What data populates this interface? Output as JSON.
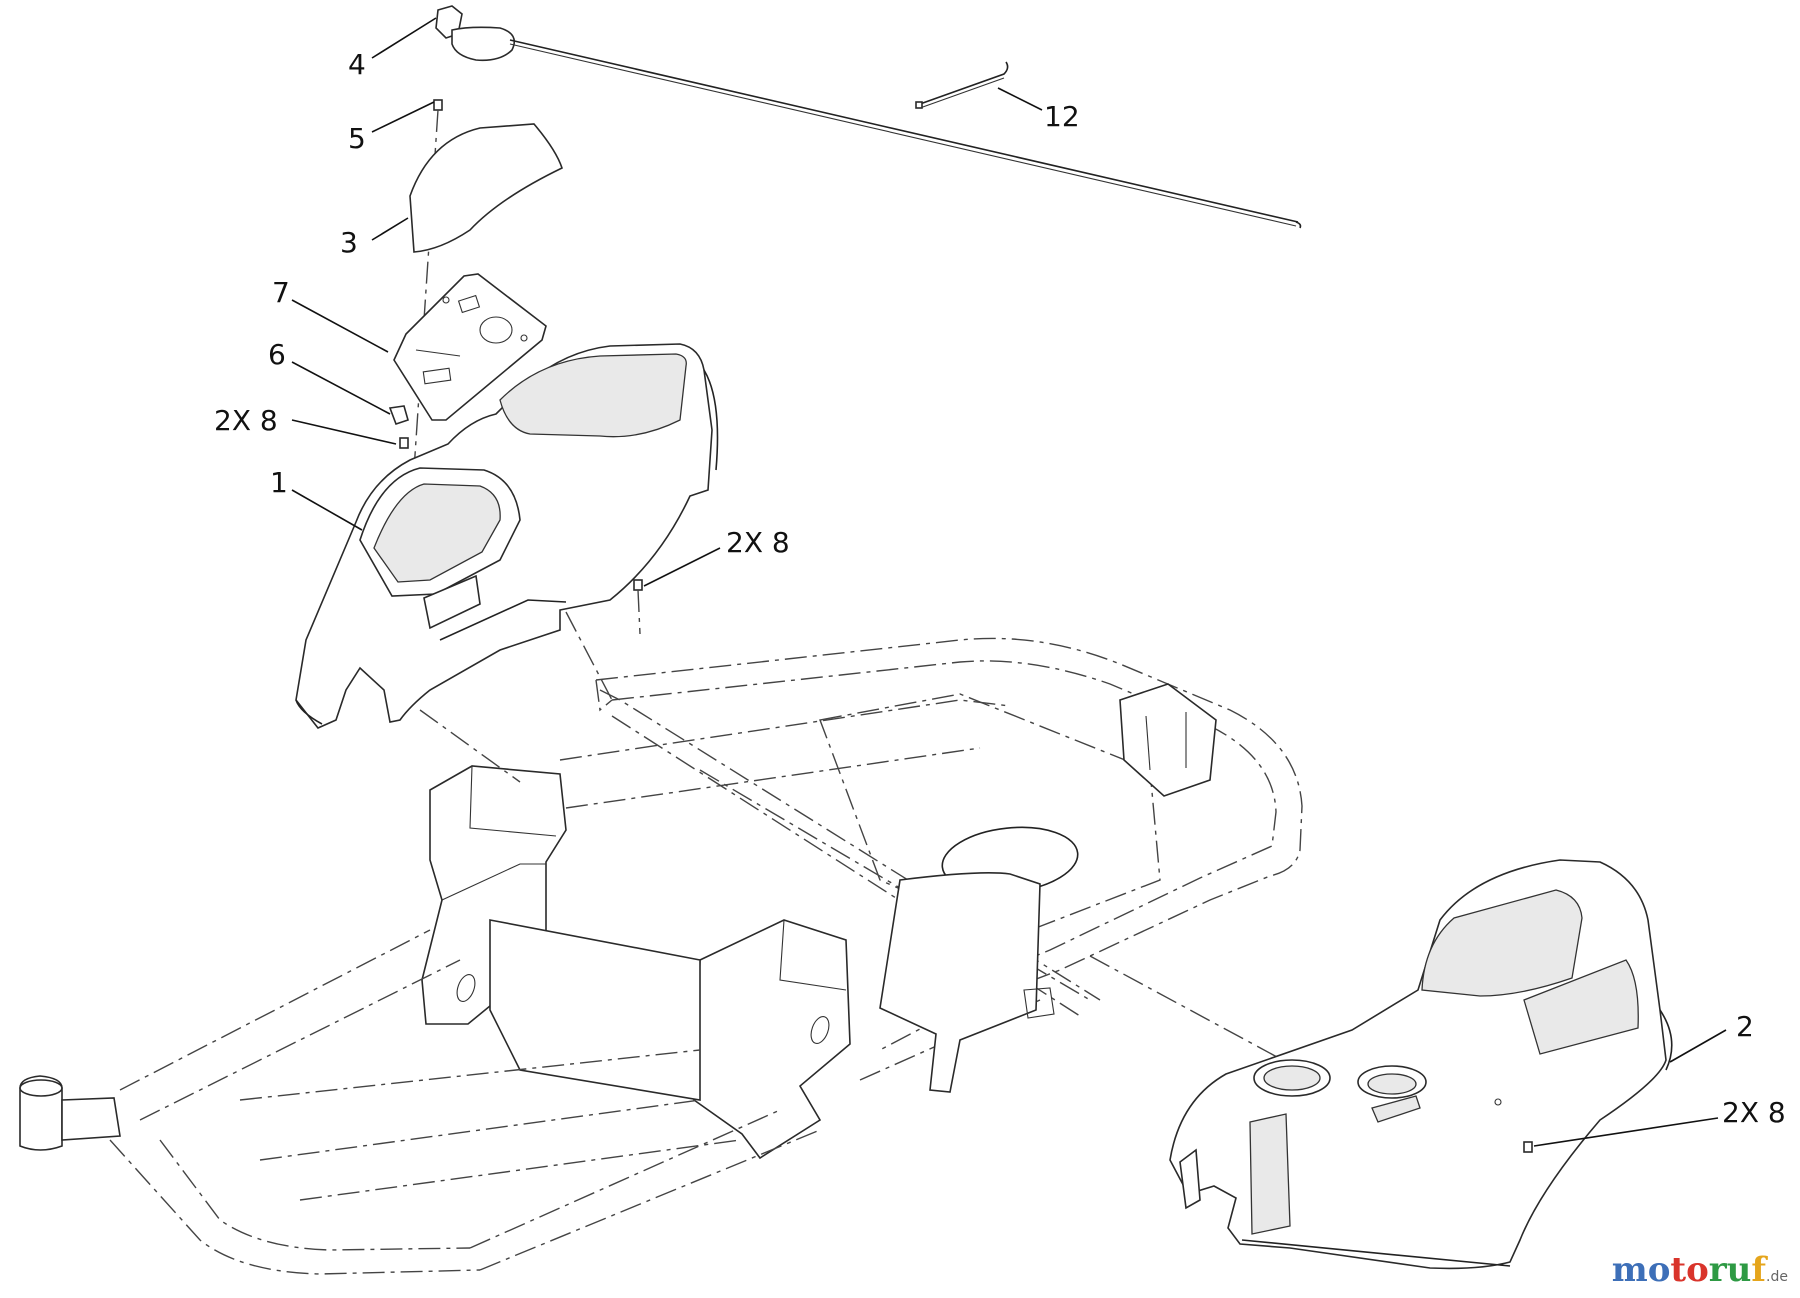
{
  "diagram": {
    "callouts": [
      {
        "id": "c4",
        "text": "4"
      },
      {
        "id": "c5",
        "text": "5"
      },
      {
        "id": "c3",
        "text": "3"
      },
      {
        "id": "c7",
        "text": "7"
      },
      {
        "id": "c6",
        "text": "6"
      },
      {
        "id": "c8a",
        "text": "2X 8"
      },
      {
        "id": "c1",
        "text": "1"
      },
      {
        "id": "c8b",
        "text": "2X 8"
      },
      {
        "id": "c12",
        "text": "12"
      },
      {
        "id": "c2",
        "text": "2"
      },
      {
        "id": "c8c",
        "text": "2X 8"
      }
    ]
  },
  "watermark": {
    "parts": [
      "mo",
      "to",
      "ru",
      "f"
    ],
    "suffix": ".de"
  }
}
